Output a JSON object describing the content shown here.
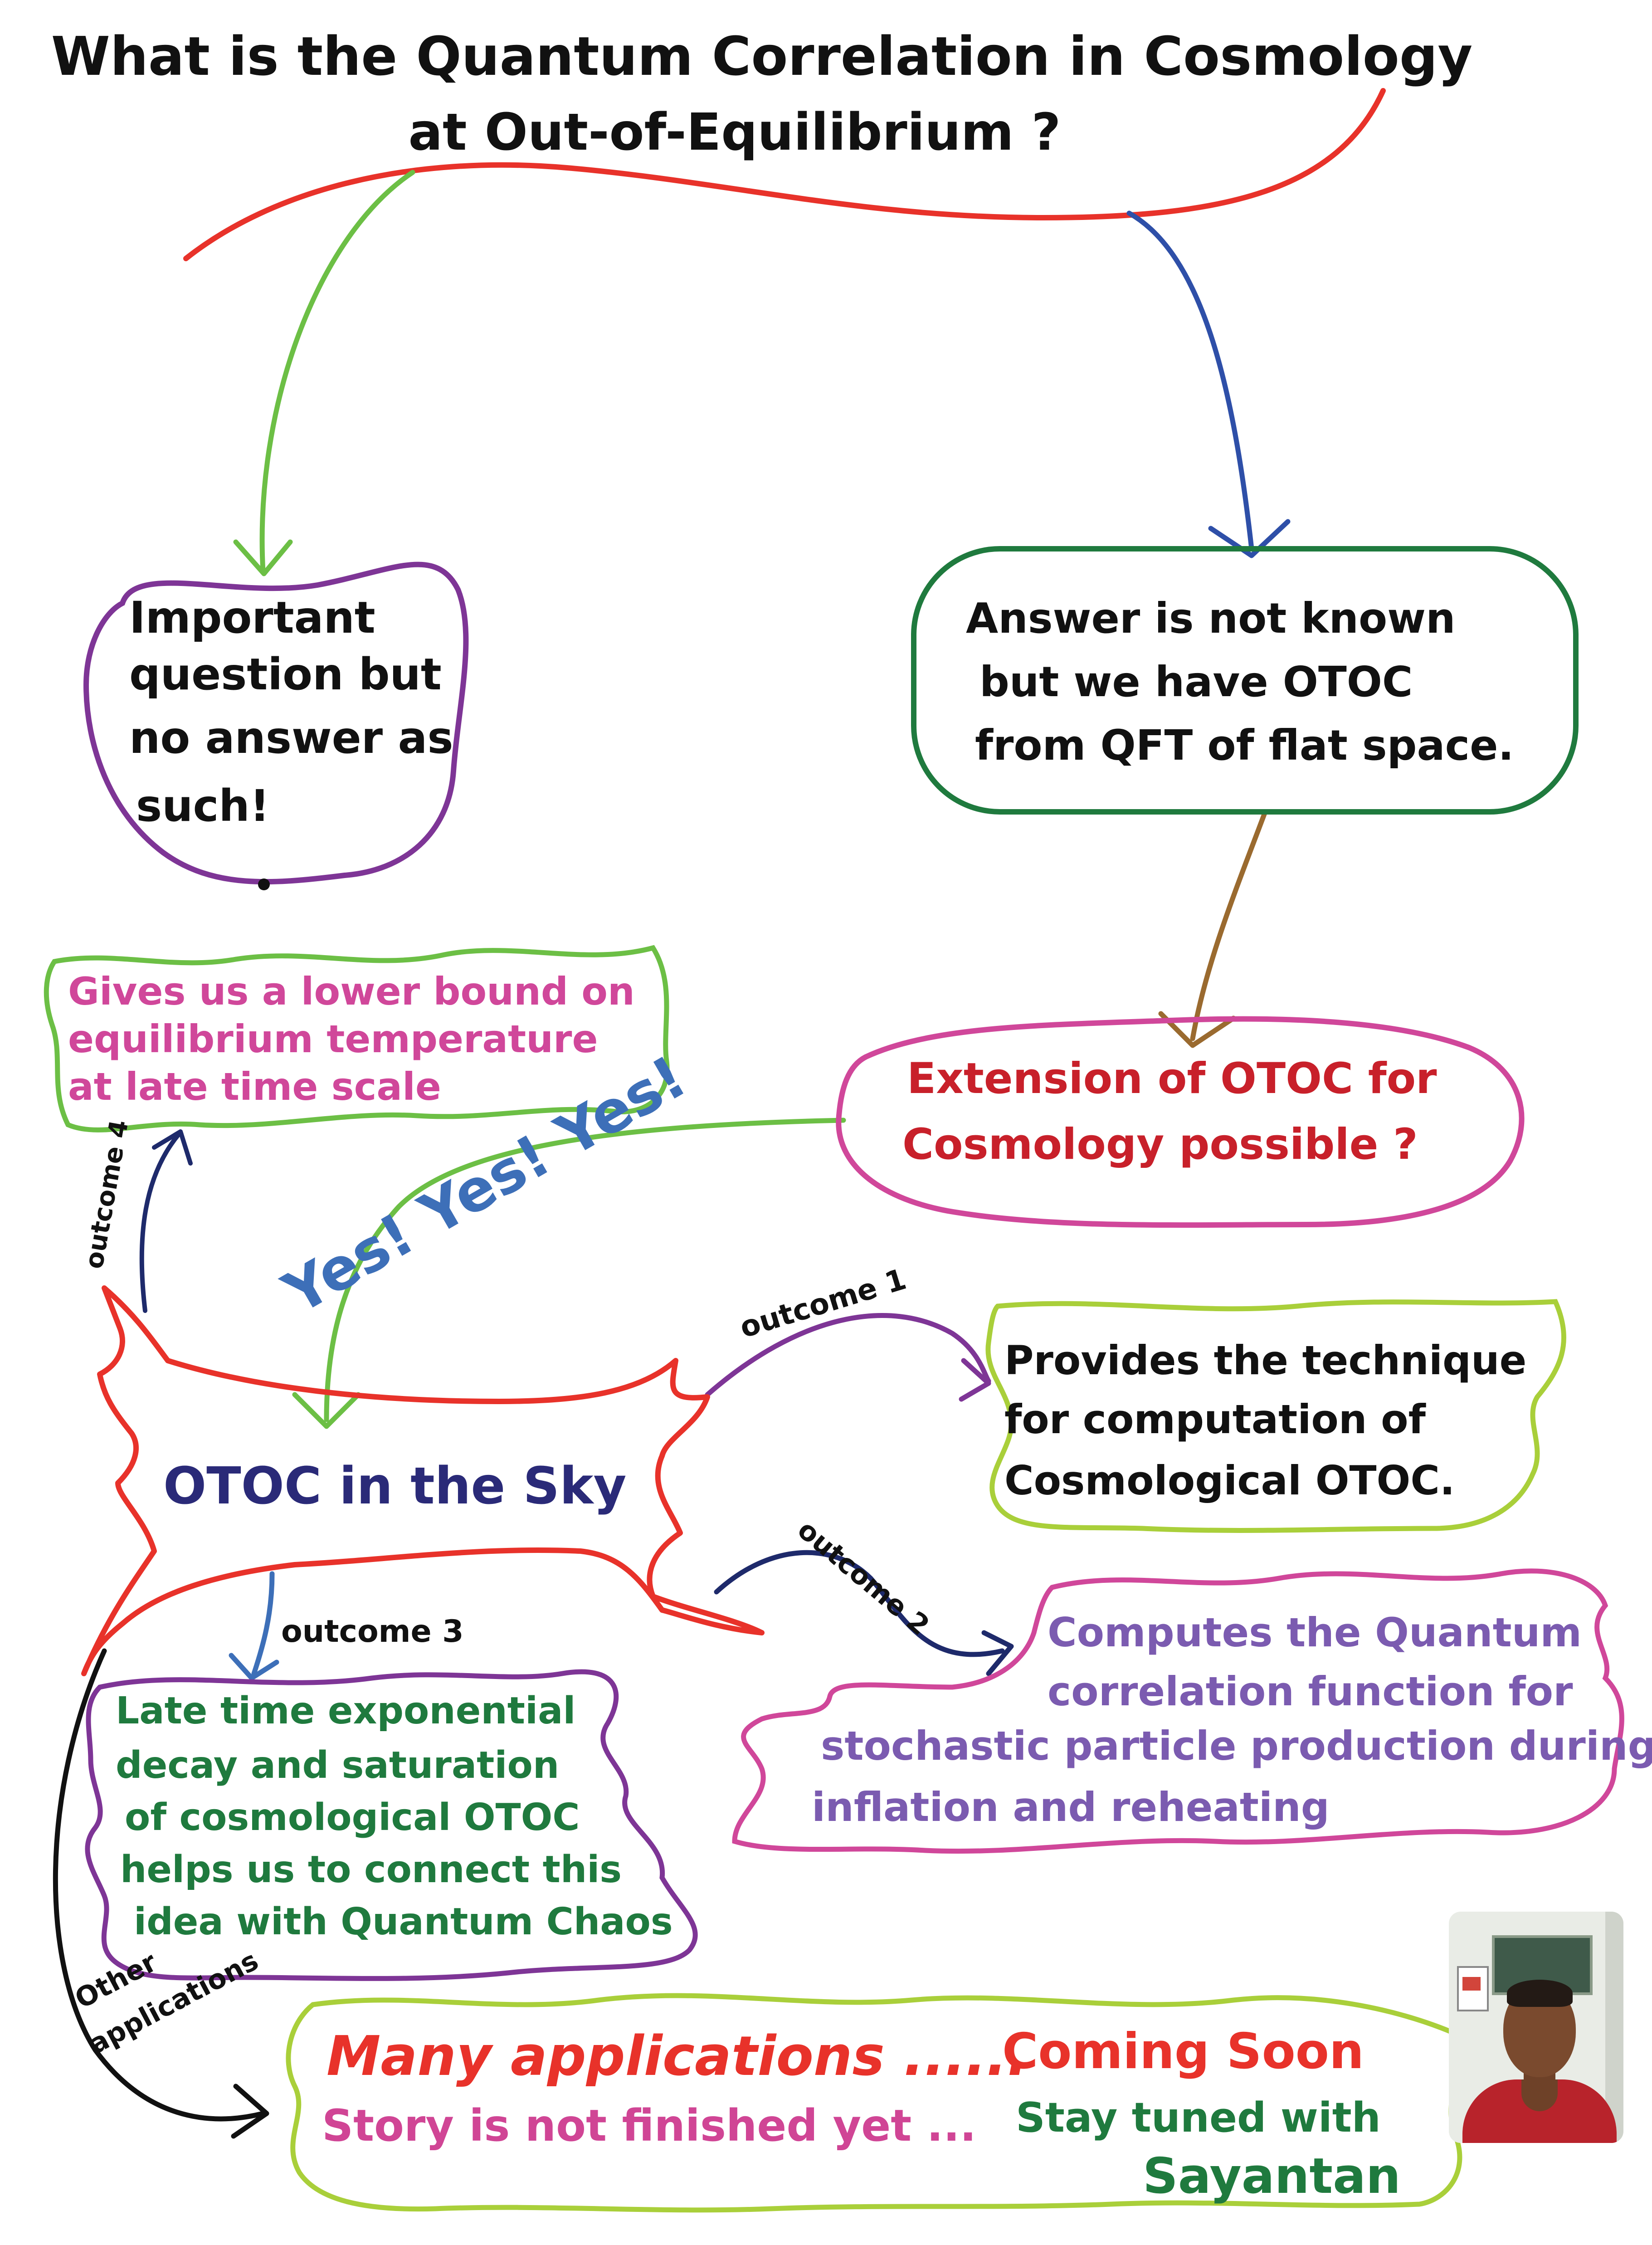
{
  "title": {
    "line1": "What is the Quantum Correlation in Cosmology",
    "line2": "at Out-of-Equilibrium ?"
  },
  "nodes": {
    "important_question": [
      "Important",
      "question but",
      "no answer as",
      "such!"
    ],
    "answer_not_known": [
      "Answer is not known",
      "but we have OTOC",
      "from QFT of flat space."
    ],
    "extension_otoc": [
      "Extension of OTOC for",
      "Cosmology possible ?"
    ],
    "lower_bound": [
      "Gives us a lower bound on",
      "equilibrium temperature",
      "at late time scale"
    ],
    "otoc_sky": "OTOC in the Sky",
    "technique": [
      "Provides the technique",
      "for computation of",
      "Cosmological OTOC."
    ],
    "quantum_correlation": [
      "Computes the Quantum",
      "correlation function for",
      "stochastic particle production during",
      "inflation and reheating"
    ],
    "late_time": [
      "Late time exponential",
      "decay and saturation",
      "of cosmological OTOC",
      "helps us to connect this",
      "idea with Quantum Chaos"
    ],
    "many_apps": {
      "line1_red": "Many applications ......",
      "line1_red2": "Coming Soon",
      "line2_pink": "Story is not finished yet ...",
      "line2_green": "Stay tuned with",
      "line3_green": "Sayantan"
    }
  },
  "edge_labels": {
    "yes": "Yes! Yes! Yes!",
    "outcome1": "outcome 1",
    "outcome2": "outcome 2",
    "outcome3": "outcome 3",
    "outcome4": "outcome 4",
    "other_apps": [
      "Other",
      "applications"
    ]
  },
  "colors": {
    "red": "#e8322a",
    "green": "#6cbf45",
    "blue": "#2e4fa8",
    "navy": "#1e2a6b",
    "purple": "#7e3596",
    "dark_green": "#1f7a3e",
    "brown": "#9a6a2f",
    "pink": "#d0479a",
    "lime": "#a9cf3a",
    "yes_blue": "#3d6fb8",
    "text_black": "#111111",
    "text_red": "#c8202a",
    "text_navy": "#2a2a78",
    "text_green": "#1f7a3e",
    "text_purple": "#7b5bb0",
    "text_pink": "#d04595"
  }
}
